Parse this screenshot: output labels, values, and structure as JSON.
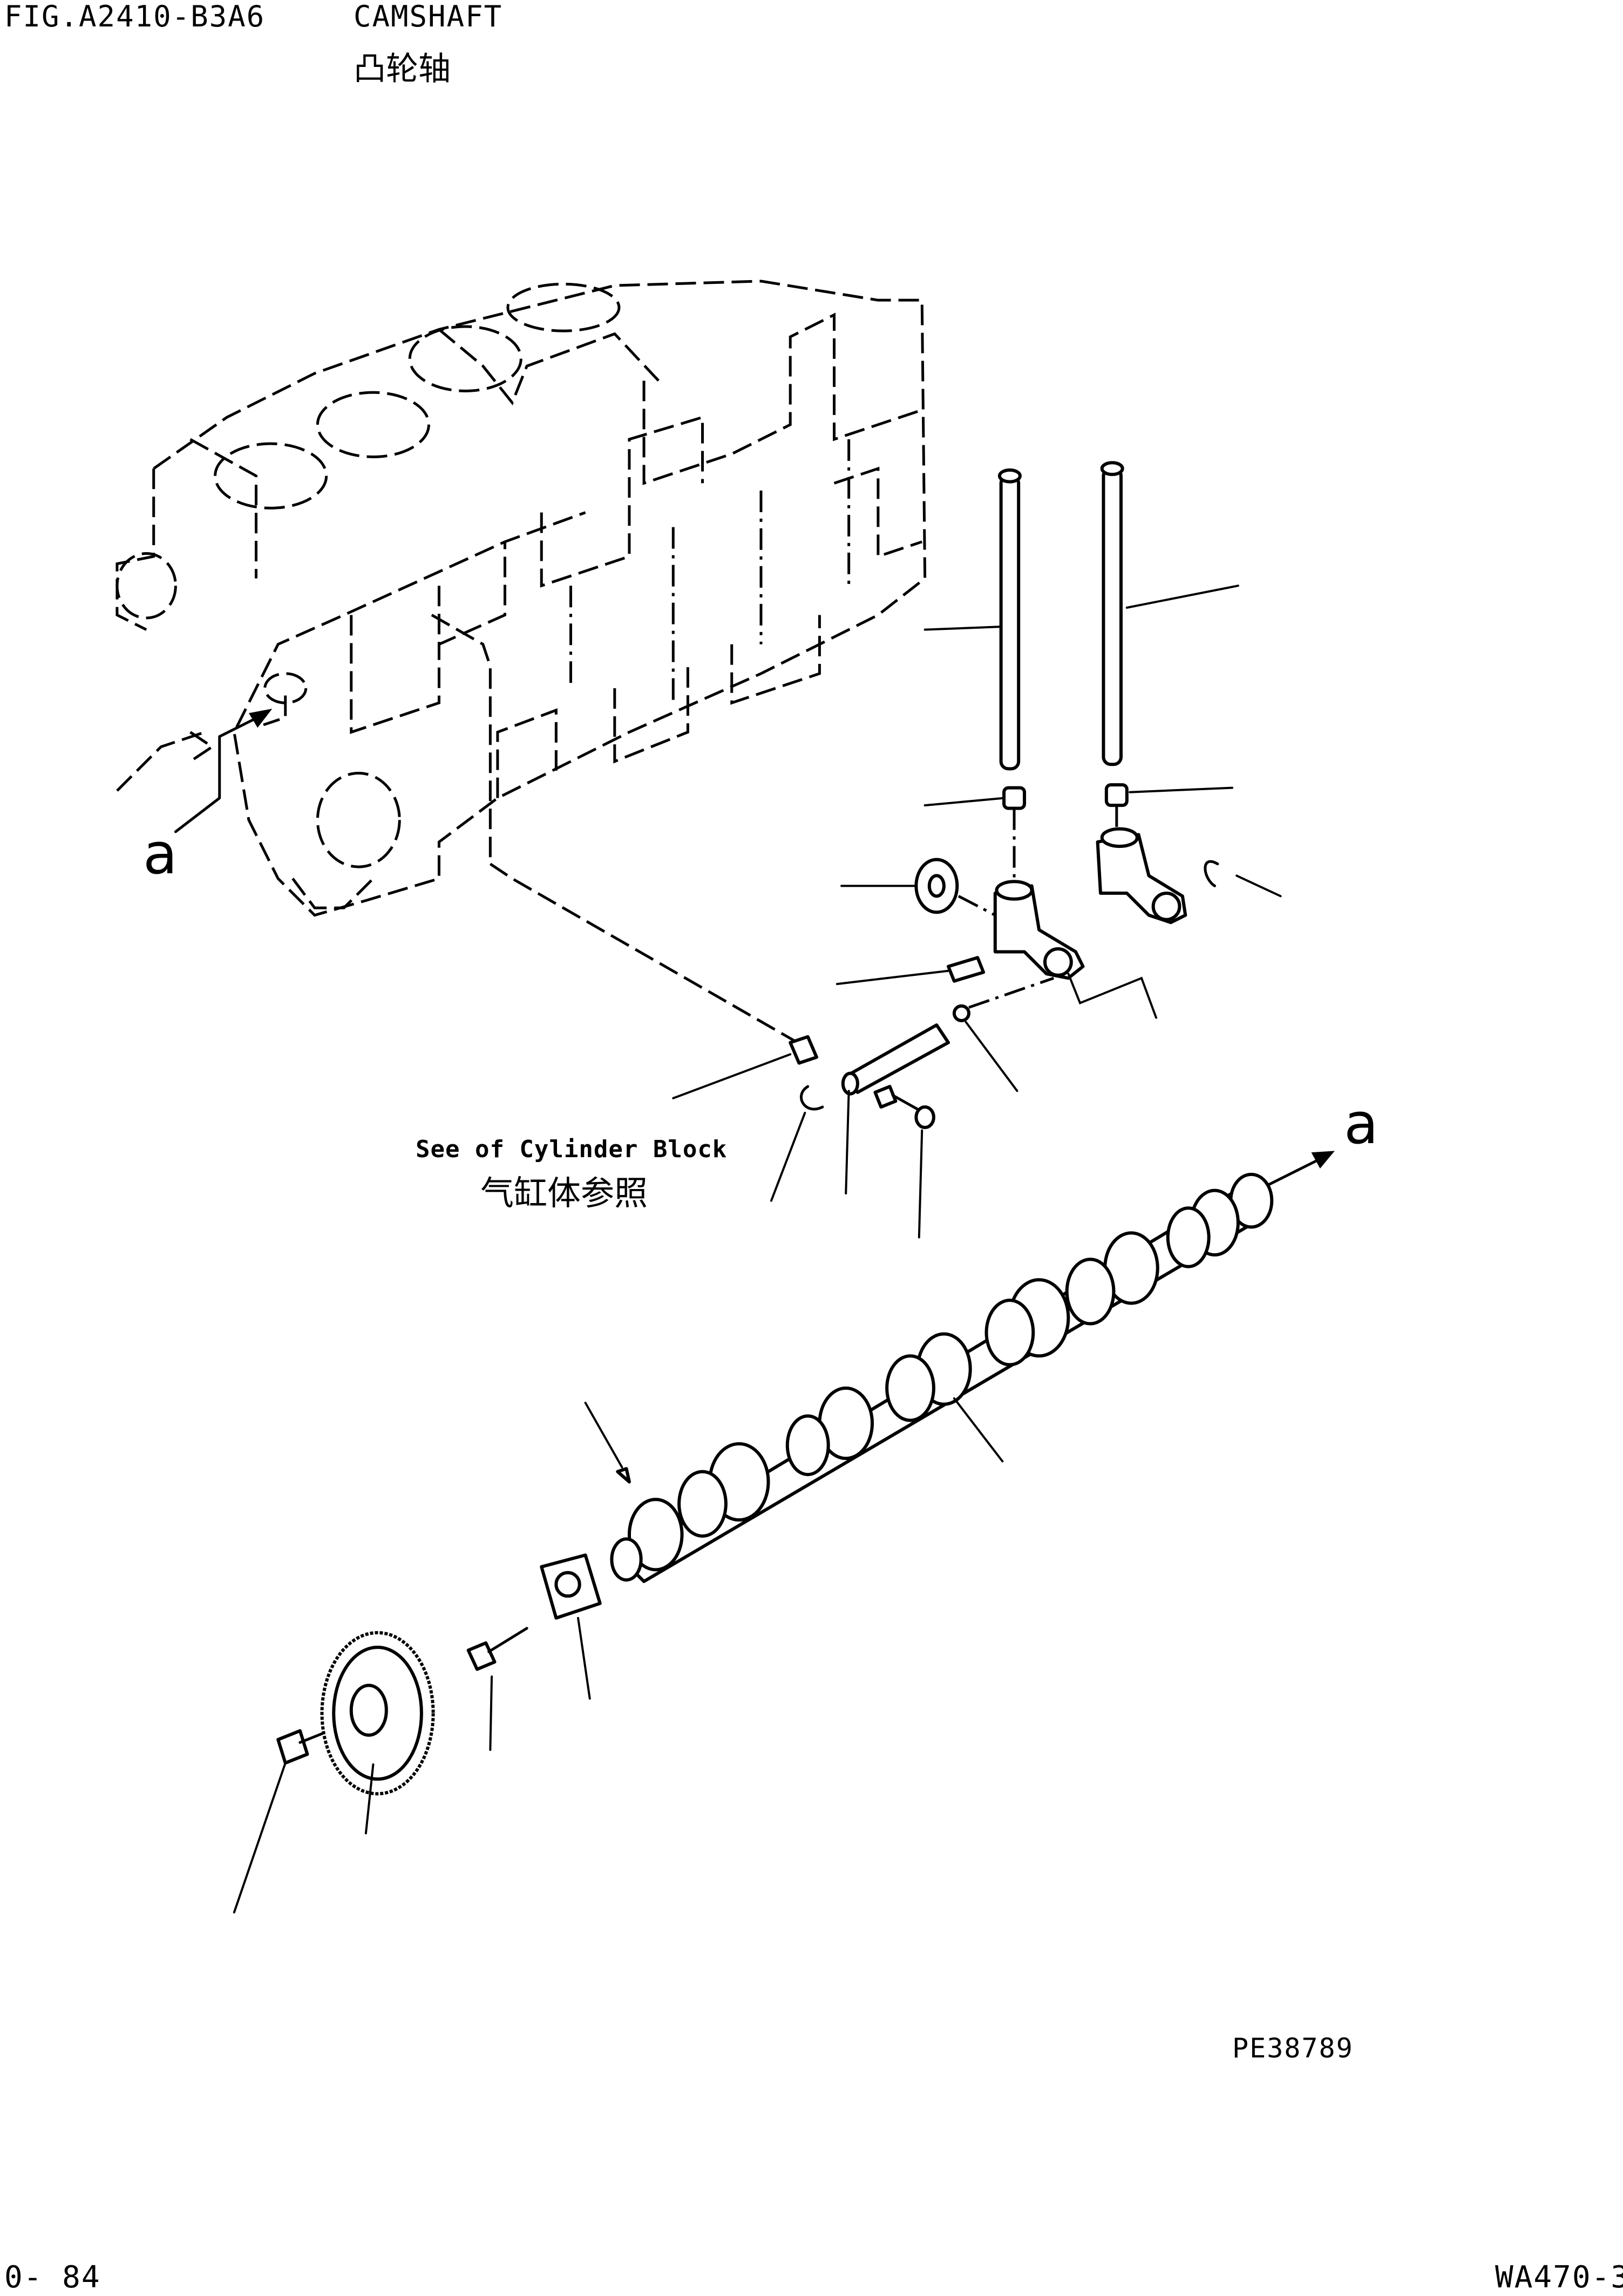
{
  "header": {
    "fig_code": "FIG.A2410-B3A6",
    "title_en": "CAMSHAFT",
    "title_zh": "凸轮轴"
  },
  "diagram": {
    "callout_see_en": "See of Cylinder Block",
    "callout_see_zh": "气缸体参照",
    "ref_mark_left": "a",
    "ref_mark_right": "a",
    "image_code": "PE38789"
  },
  "footer": {
    "page_number": "0- 84",
    "model_code": "WA470-3"
  },
  "icons": [
    "cylinder-block-icon",
    "push-rod-icon",
    "valve-tappet-icon",
    "camshaft-icon",
    "cam-gear-icon",
    "thrust-plate-icon",
    "bolt-icon"
  ]
}
